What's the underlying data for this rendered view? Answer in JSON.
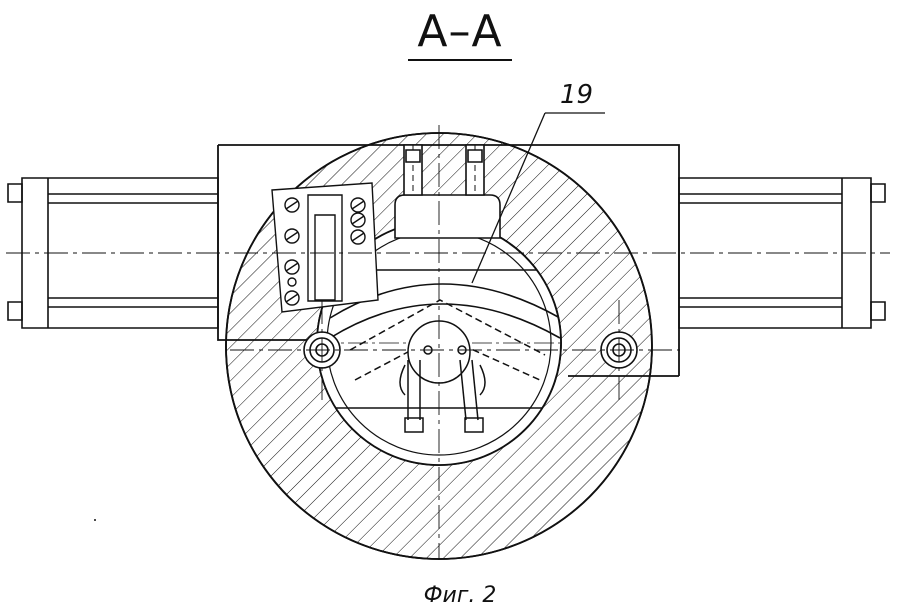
{
  "section_label": "А–А",
  "callout": {
    "number": "19"
  },
  "caption": "Фиг. 2",
  "colors": {
    "ink": "#111111",
    "background": "#ffffff"
  }
}
